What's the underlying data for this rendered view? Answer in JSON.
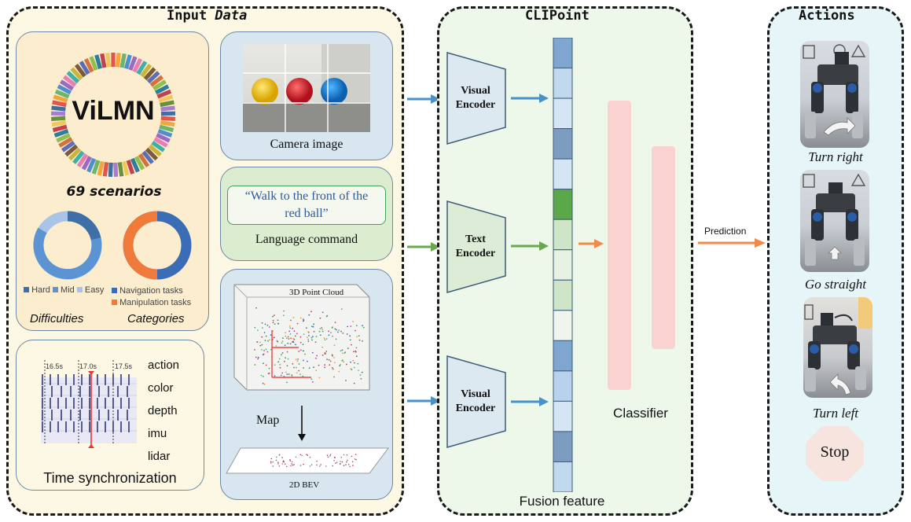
{
  "input_panel": {
    "title_prefix": "Input ",
    "title_italic": "Data",
    "dataset": {
      "logo_text": "ViLMN",
      "scenarios_label": "69 scenarios",
      "difficulty_legend": [
        "Hard",
        "Mid",
        "Easy"
      ],
      "category_legend": [
        "Navigation tasks",
        "Manipulation tasks"
      ],
      "difficulties_caption": "Difficulties",
      "categories_caption": "Categories",
      "colors": {
        "hard": "#3f6fa8",
        "mid": "#5b93d3",
        "easy": "#a9c4e6",
        "navigation": "#3a6db6",
        "manipulation": "#f07a3a"
      }
    },
    "timesync": {
      "ticks": [
        "16.5s",
        "17.0s",
        "17.5s"
      ],
      "channels": [
        "action",
        "color",
        "depth",
        "imu",
        "lidar"
      ],
      "caption": "Time synchronization"
    },
    "camera": {
      "caption": "Camera image"
    },
    "language": {
      "command": "“Walk to the front of the red ball”",
      "caption": "Language command"
    },
    "pointcloud": {
      "cloud_label": "3D Point Cloud",
      "map_label": "Map",
      "bev_label": "2D BEV"
    }
  },
  "clipoint_panel": {
    "title": "CLIPoint",
    "visual_encoder_top": [
      "Visual",
      "Encoder"
    ],
    "text_encoder": [
      "Text",
      "Encoder"
    ],
    "visual_encoder_bottom": [
      "Visual",
      "Encoder"
    ],
    "fusion_caption": "Fusion feature",
    "classifier_caption": "Classifier",
    "feature_colors": [
      "#7ea6d0",
      "#c2d8ee",
      "#d6e5f3",
      "#7c9cc0",
      "#d6e5f3",
      "#5aa84a",
      "#cfe5c7",
      "#e7f2e2",
      "#cfe5c7",
      "#eff5ec",
      "#7ea6d0",
      "#b9d1ea",
      "#d6e5f3",
      "#7c9cc0",
      "#c2d8ee"
    ]
  },
  "prediction_label": "Prediction",
  "actions_panel": {
    "title": "Actions",
    "captions": [
      "Turn right",
      "Go straight",
      "Turn left"
    ],
    "stop_label": "Stop"
  }
}
